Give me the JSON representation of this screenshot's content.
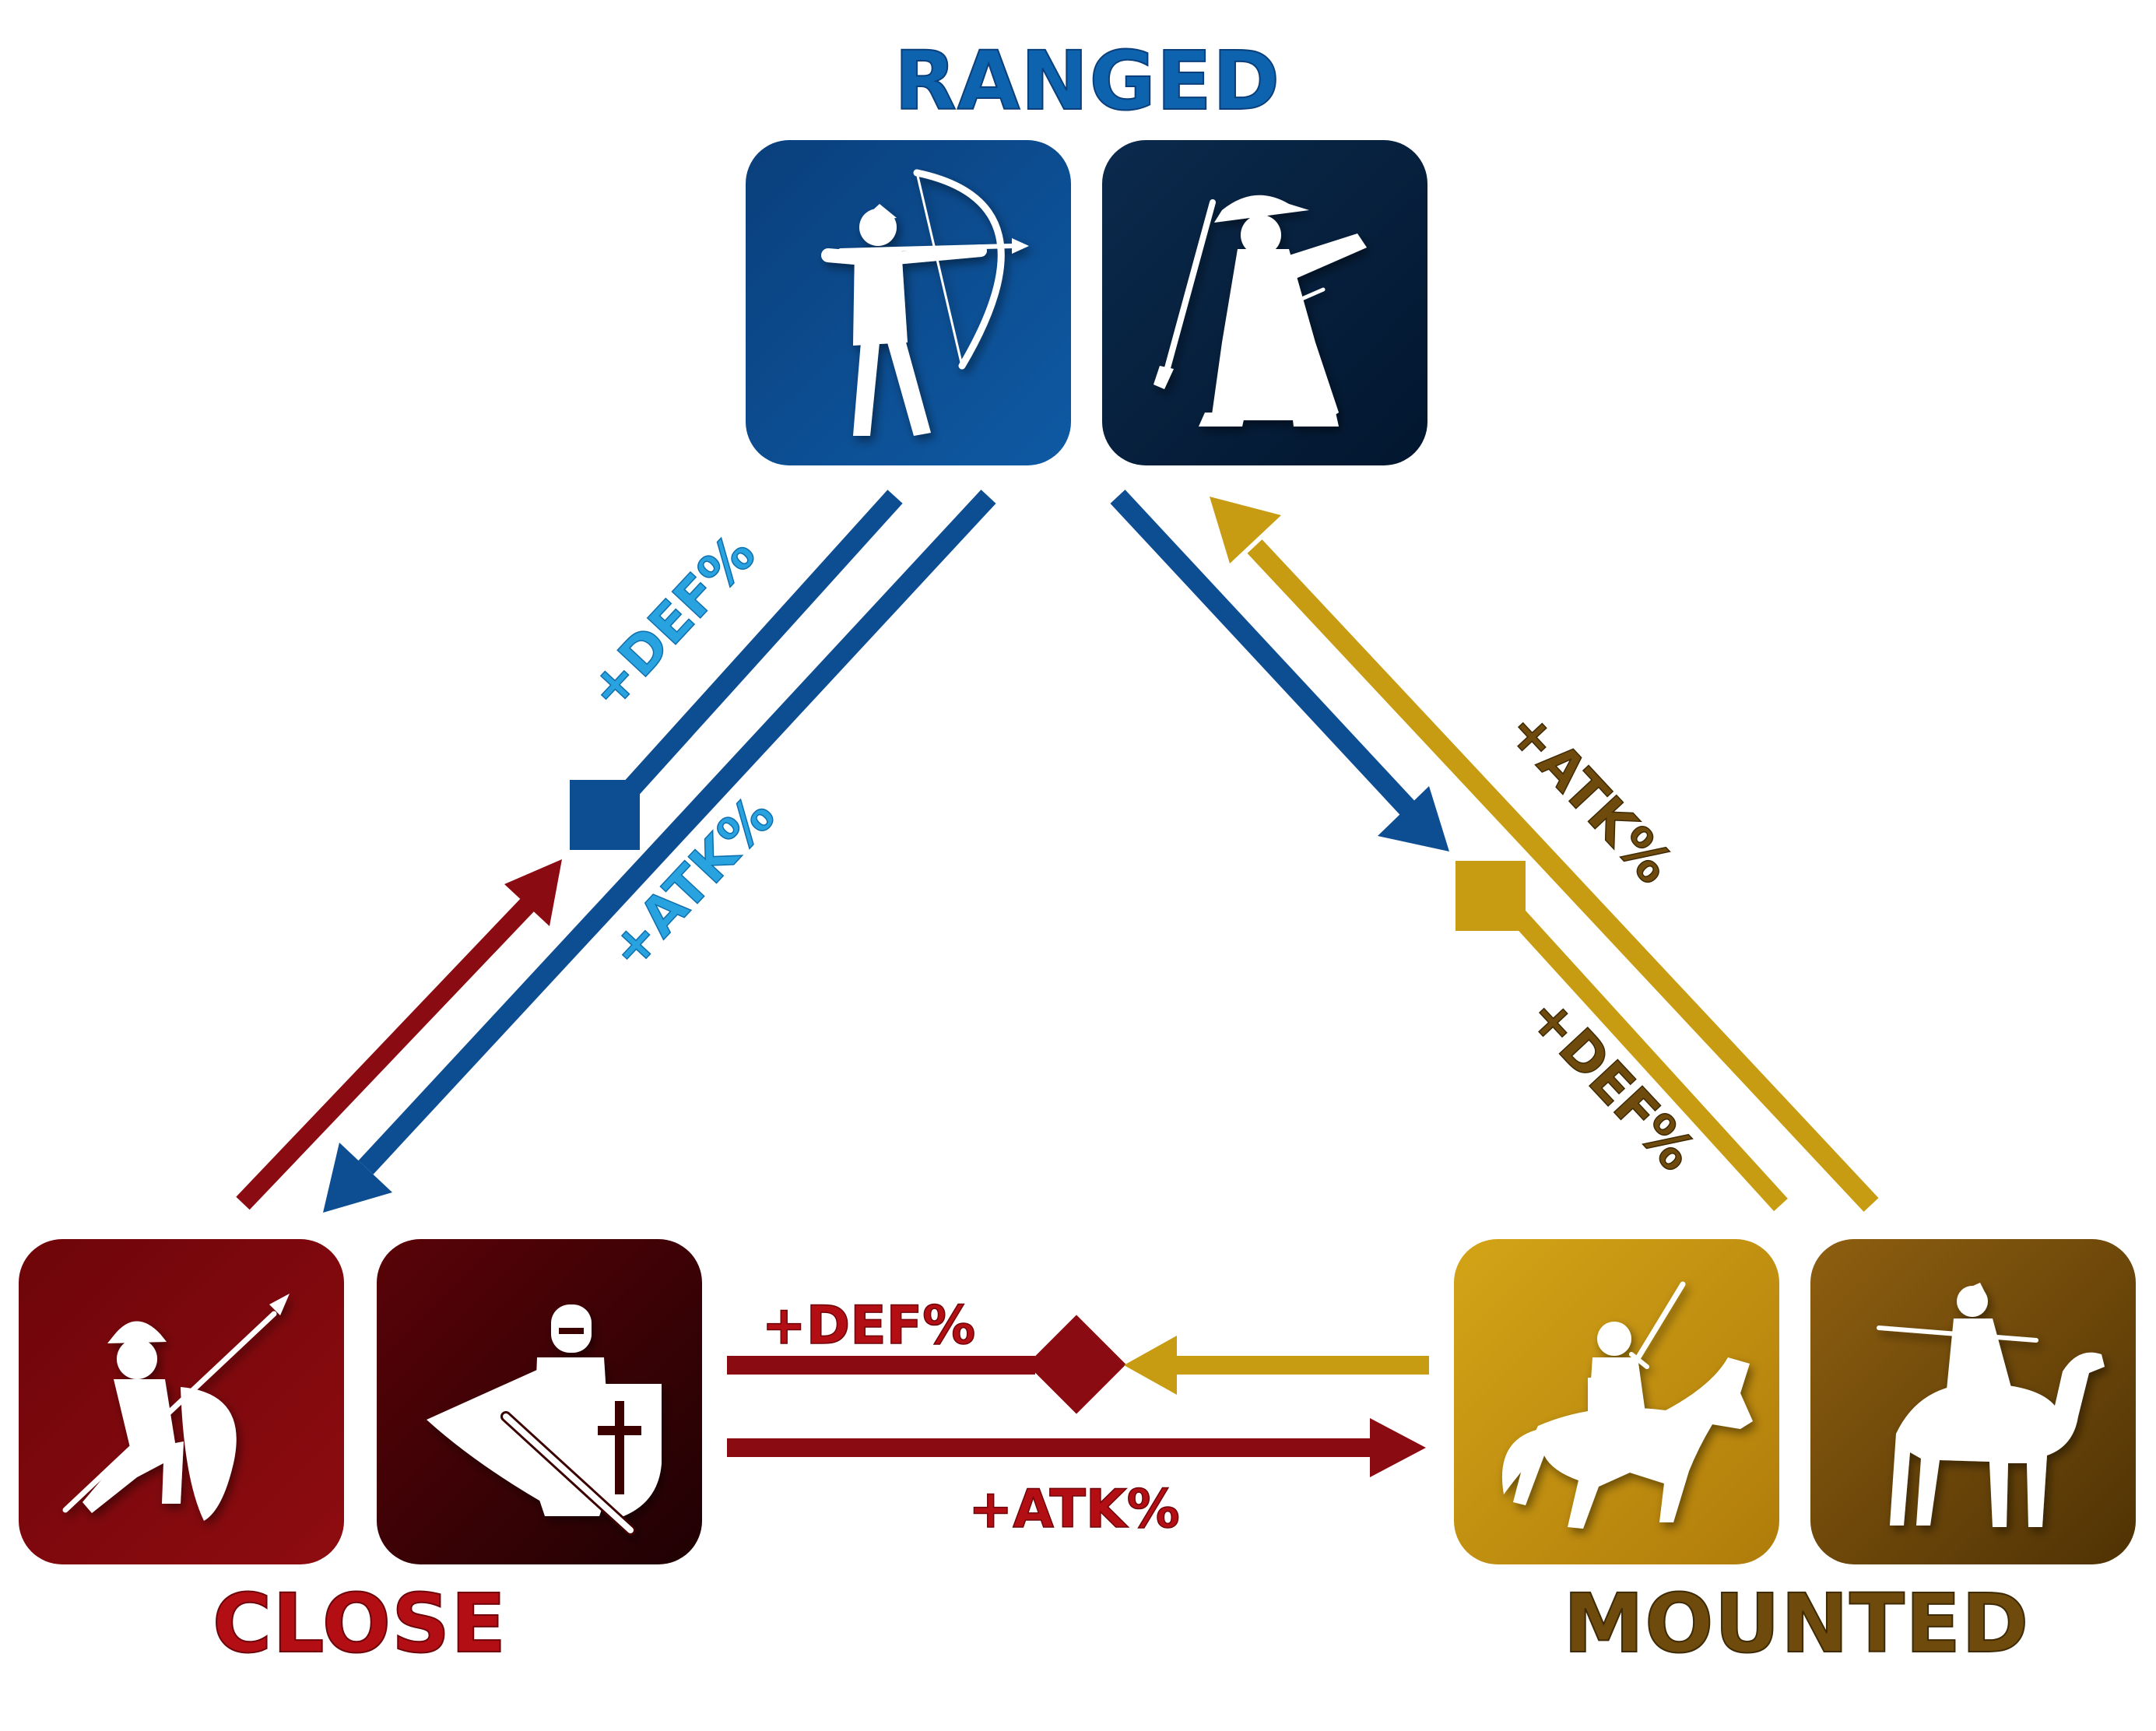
{
  "categories": {
    "ranged": {
      "title": "RANGED",
      "color": "#0d63ad"
    },
    "close": {
      "title": "CLOSE",
      "color": "#b30e13"
    },
    "mounted": {
      "title": "MOUNTED",
      "color": "#6e4a0c"
    }
  },
  "labels": {
    "ranged_close_def": "+DEF%",
    "ranged_close_atk": "+ATK%",
    "mounted_ranged_atk": "+ATK%",
    "mounted_ranged_def": "+DEF%",
    "close_mounted_def": "+DEF%",
    "close_mounted_atk": "+ATK%"
  },
  "colors": {
    "ranged_arrow": "#0d4e93",
    "close_arrow": "#8a0c12",
    "mounted_arrow": "#c79b12",
    "ranged_label": "#29a3df",
    "close_label": "#b30e13",
    "mounted_label": "#6e4a0c"
  },
  "icons": {
    "ranged": [
      "archer-icon",
      "musketeer-icon"
    ],
    "close": [
      "spearman-icon",
      "crusader-icon"
    ],
    "mounted": [
      "knight-rider-icon",
      "camel-rider-icon"
    ]
  }
}
